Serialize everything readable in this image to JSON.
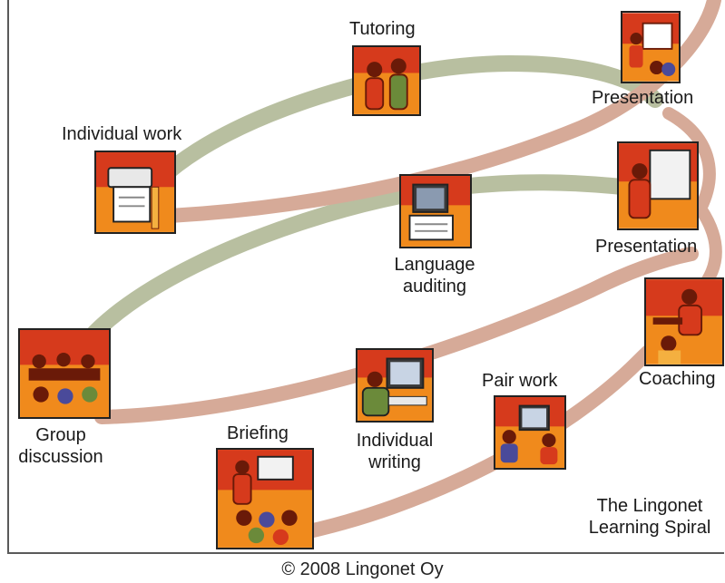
{
  "diagram": {
    "title_line1": "The Lingonet",
    "title_line2": "Learning Spiral",
    "footer": "© 2008 Lingonet Oy",
    "stages": {
      "tutoring": "Tutoring",
      "presentation_top": "Presentation",
      "individual_work": "Individual work",
      "presentation_mid": "Presentation",
      "language_auditing_1": "Language",
      "language_auditing_2": "auditing",
      "group_discussion_1": "Group",
      "group_discussion_2": "discussion",
      "coaching": "Coaching",
      "pair_work": "Pair work",
      "briefing": "Briefing",
      "individual_writing_1": "Individual",
      "individual_writing_2": "writing"
    },
    "colors": {
      "band_back": "#b8bfa0",
      "band_front": "#d6aa98",
      "tile_red": "#d63a1c",
      "tile_orange": "#f08a1c",
      "tile_dark": "#6a1a08"
    }
  }
}
